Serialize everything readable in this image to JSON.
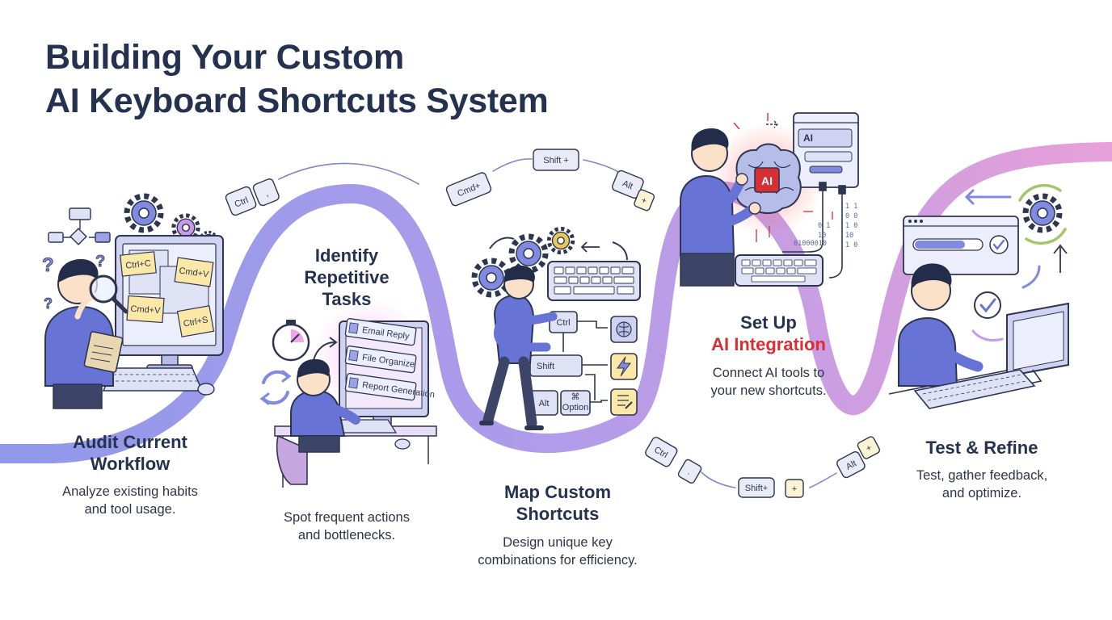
{
  "title": {
    "line1": "Building Your Custom",
    "line2": "AI Keyboard Shortcuts System"
  },
  "steps": [
    {
      "title_lines": [
        "Audit Current",
        "Workflow"
      ],
      "desc_lines": [
        "Analyze existing habits",
        "and tool usage."
      ],
      "icons": [
        "person-thinking-icon",
        "magnifier-icon",
        "monitor-icon",
        "gear-icon",
        "flowchart-icon",
        "question-mark-icon"
      ]
    },
    {
      "title_lines": [
        "Identify",
        "Repetitive",
        "Tasks"
      ],
      "desc_lines": [
        "Spot frequent actions",
        "and bottlenecks."
      ],
      "icons": [
        "stopwatch-icon",
        "cycle-arrows-icon",
        "person-at-desk-icon",
        "monitor-icon"
      ]
    },
    {
      "title_lines": [
        "Map Custom",
        "Shortcuts"
      ],
      "desc_lines": [
        "Design unique key",
        "combinations for efficiency."
      ],
      "icons": [
        "person-walking-icon",
        "keyboard-icon",
        "gear-icon",
        "brain-icon",
        "lightning-icon",
        "document-icon"
      ]
    },
    {
      "title_line1": "Set Up",
      "title_line2_accent": "AI Integration",
      "desc_lines": [
        "Connect AI tools to",
        "your new shortcuts."
      ],
      "icons": [
        "person-holding-brain-icon",
        "ai-chip-icon",
        "chat-window-icon",
        "keyboard-icon",
        "cable-icon"
      ]
    },
    {
      "title_lines": [
        "Test & Refine"
      ],
      "desc_lines": [
        "Test, gather feedback,",
        "and optimize."
      ],
      "icons": [
        "person-typing-icon",
        "progress-window-icon",
        "checkmark-icon",
        "gear-icon",
        "refresh-arrows-icon"
      ]
    }
  ],
  "illustration_labels": {
    "monitor_notes": [
      "Ctrl+C",
      "Cmd+V",
      "Cmd+V",
      "Ctrl+S"
    ],
    "task_cards": [
      "Email Reply",
      "File Organize",
      "Report Generation"
    ],
    "mapping_keys": [
      "Ctrl",
      "Shift",
      "Alt",
      "⌘",
      "Option"
    ],
    "ai_chip": "AI",
    "chat_window_label": "AI",
    "binary_lines": [
      "1 1",
      "0 0",
      "1 0",
      "10",
      "0 1",
      "10",
      "01000010",
      "1 0"
    ]
  },
  "keycaps": {
    "path1": [
      "Ctrl",
      ","
    ],
    "path2": [
      "Cmd+",
      "Shift +",
      "Alt",
      "+"
    ],
    "path3": [
      "Ctrl",
      ".",
      "Shift+",
      "+",
      "Alt",
      "+"
    ]
  },
  "colors": {
    "title": "#25324f",
    "accent_red": "#d62f34",
    "path_start": "#7b86e6",
    "path_end": "#e28fd2",
    "figure_shirt": "#6873d6",
    "figure_hair": "#232c4a"
  }
}
